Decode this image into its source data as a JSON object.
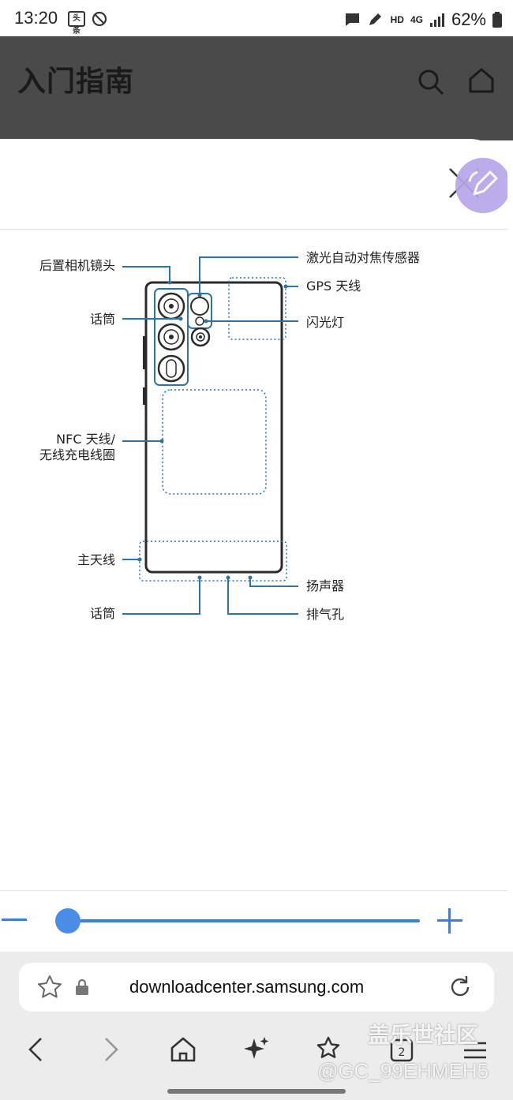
{
  "status": {
    "time": "13:20",
    "badge": "头条",
    "network_hd": "HD",
    "network_4g": "4G",
    "battery": "62%"
  },
  "header": {
    "title": "入门指南"
  },
  "diagram": {
    "labels": {
      "rear_camera": "后置相机镜头",
      "mic_top": "话筒",
      "nfc_line1": "NFC 天线/",
      "nfc_line2": "无线充电线圈",
      "main_antenna": "主天线",
      "mic_bottom": "话筒",
      "laser_af": "激光自动对焦传感器",
      "gps": "GPS 天线",
      "flash": "闪光灯",
      "speaker": "扬声器",
      "vent": "排气孔"
    }
  },
  "zoom": {
    "level": 0.03
  },
  "browser": {
    "url": "downloadcenter.samsung.com",
    "tab_count": "2"
  },
  "watermark": {
    "line1": "盖乐世社区",
    "line2": "@GC_99EHMEH5"
  },
  "colors": {
    "accent": "#3f7fd6",
    "header_bg": "#4a4a4a",
    "fab": "#b7a6e9",
    "leader": "#2a74a8"
  }
}
